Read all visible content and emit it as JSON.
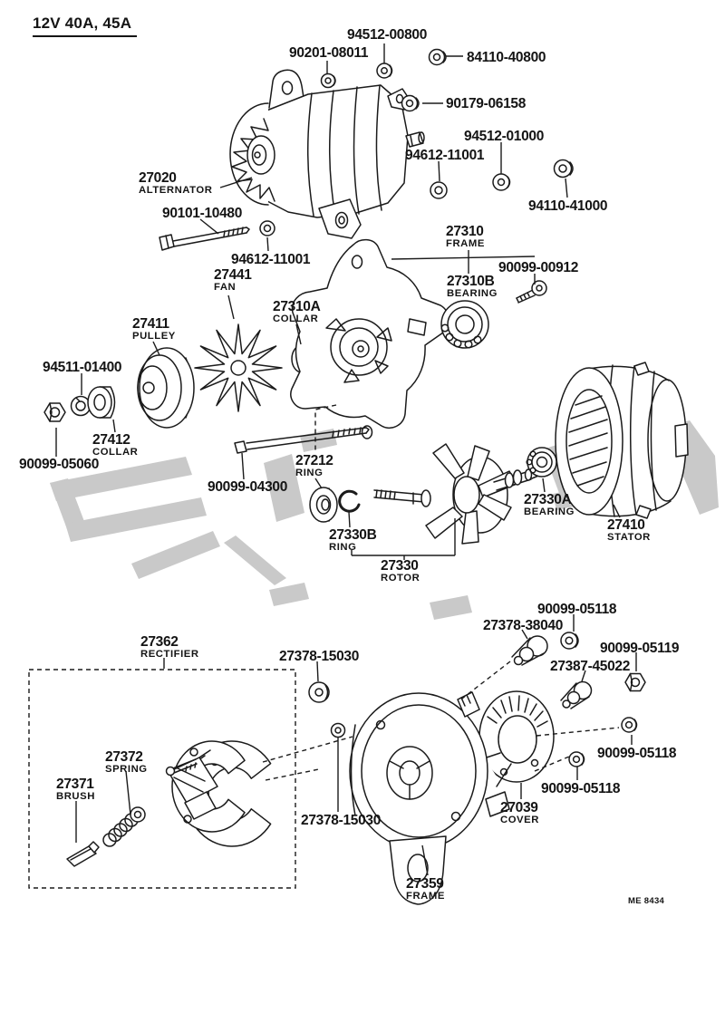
{
  "page": {
    "title": "12V 40A, 45A",
    "figure_code": "ME 8434",
    "line_color": "#1b1b1b",
    "watermark_color": "#c9c9c9",
    "description": "Exploded parts diagram of alternator assembly"
  },
  "labels": [
    {
      "number": "94512-00800"
    },
    {
      "number": "90201-08011"
    },
    {
      "number": "84110-40800"
    },
    {
      "number": "90179-06158"
    },
    {
      "number": "94512-01000"
    },
    {
      "number": "94612-11001"
    },
    {
      "number": "94110-41000"
    },
    {
      "number": "27020",
      "name": "ALTERNATOR"
    },
    {
      "number": "90101-10480"
    },
    {
      "number": "94612-11001"
    },
    {
      "number": "27441",
      "name": "FAN"
    },
    {
      "number": "27310",
      "name": "FRAME"
    },
    {
      "number": "90099-00912"
    },
    {
      "number": "27310B",
      "name": "BEARING"
    },
    {
      "number": "27411",
      "name": "PULLEY"
    },
    {
      "number": "27310A",
      "name": "COLLAR"
    },
    {
      "number": "94511-01400"
    },
    {
      "number": "27412",
      "name": "COLLAR"
    },
    {
      "number": "90099-05060"
    },
    {
      "number": "27212",
      "name": "RING"
    },
    {
      "number": "90099-04300"
    },
    {
      "number": "27330B",
      "name": "RING"
    },
    {
      "number": "27330",
      "name": "ROTOR"
    },
    {
      "number": "27330A",
      "name": "BEARING"
    },
    {
      "number": "27410",
      "name": "STATOR"
    },
    {
      "number": "90099-05118"
    },
    {
      "number": "27378-38040"
    },
    {
      "number": "90099-05119"
    },
    {
      "number": "27387-45022"
    },
    {
      "number": "27362",
      "name": "RECTIFIER"
    },
    {
      "number": "27378-15030"
    },
    {
      "number": "27372",
      "name": "SPRING"
    },
    {
      "number": "27371",
      "name": "BRUSH"
    },
    {
      "number": "90099-05118"
    },
    {
      "number": "90099-05118"
    },
    {
      "number": "27039",
      "name": "COVER"
    },
    {
      "number": "27378-15030"
    },
    {
      "number": "27359",
      "name": "FRAME"
    }
  ]
}
